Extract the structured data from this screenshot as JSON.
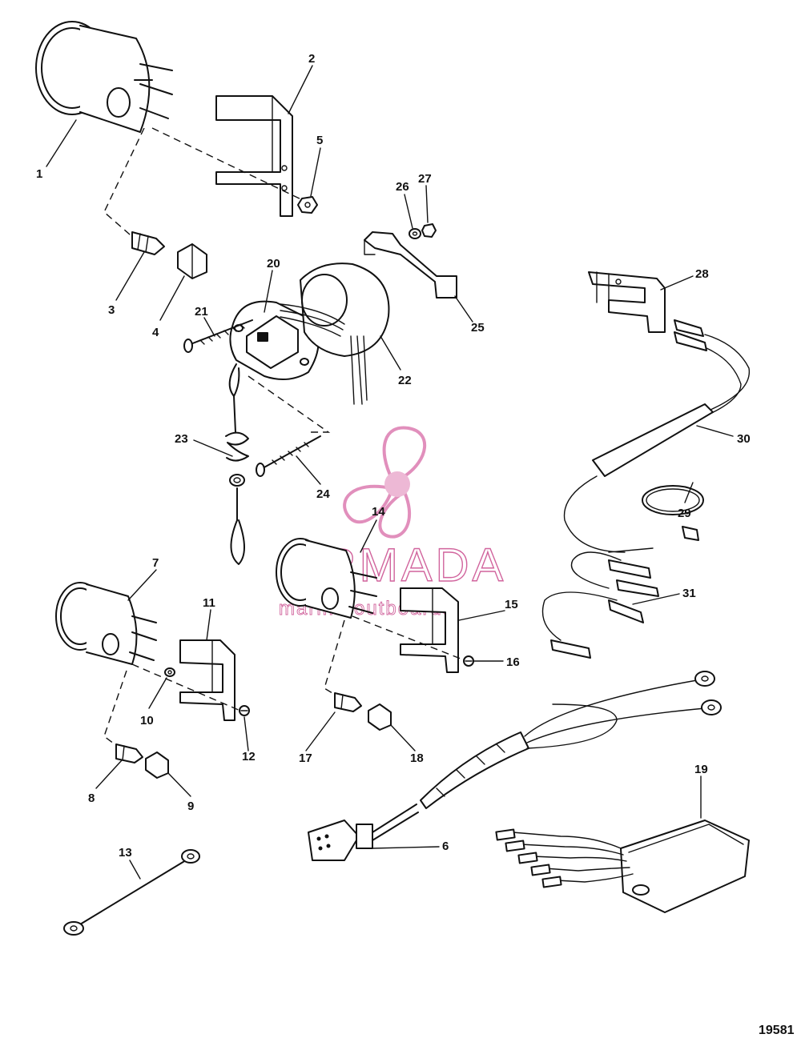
{
  "diagram": {
    "id": "19581",
    "callouts": [
      "1",
      "2",
      "3",
      "4",
      "5",
      "6",
      "7",
      "8",
      "9",
      "10",
      "11",
      "12",
      "13",
      "14",
      "15",
      "16",
      "17",
      "18",
      "19",
      "20",
      "21",
      "22",
      "23",
      "24",
      "25",
      "26",
      "27",
      "28",
      "29",
      "30",
      "31"
    ]
  },
  "watermark": {
    "brand": "ARMADA",
    "tagline": "marine outboards",
    "color": "#c94a8c"
  }
}
